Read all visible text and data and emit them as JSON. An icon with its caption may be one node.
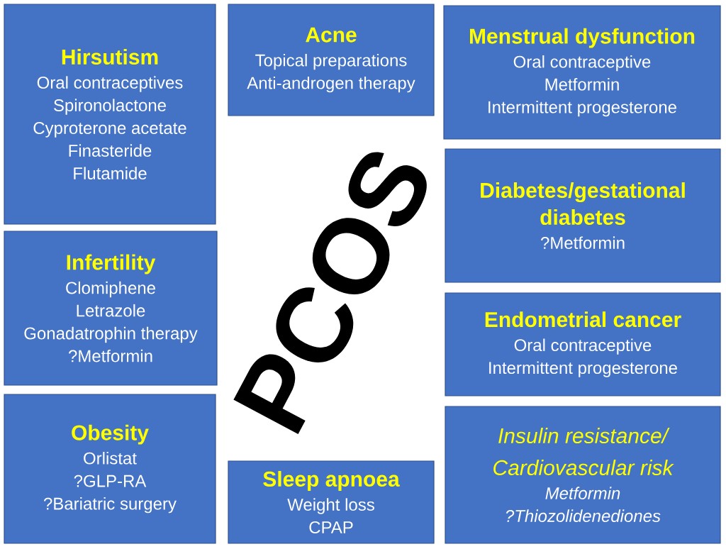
{
  "diagram": {
    "nodes": [
      {
        "text": [
          "Hirsutism",
          "Oral contraceptives",
          "Spironolactone",
          "Cyproterone acetate",
          "Finasteride",
          "Flutamide"
        ]
      },
      {
        "text": [
          "Acne",
          "Topical preparations",
          "Anti-androgen therapy"
        ]
      },
      {
        "text": [
          "Menstrual dysfunction",
          "Oral contraceptive",
          "Metformin",
          "Intermittent progesterone"
        ]
      },
      {
        "text": [
          "Diabetes/gestational diabetes",
          "?Metformin"
        ]
      },
      {
        "text": [
          "Infertility",
          "Clomiphene",
          "Letrazole",
          "Gonadatrophin therapy",
          "?Metformin"
        ]
      },
      {
        "text": [
          "Endometrial cancer",
          "Oral contraceptive",
          "Intermittent progesterone"
        ]
      },
      {
        "text": [
          "Obesity",
          "Orlistat",
          "?GLP-RA",
          "?Bariatric surgery"
        ]
      },
      {
        "text": [
          "Sleep apnoea",
          "Weight loss",
          "CPAP"
        ]
      },
      {
        "text": [
          "Insulin resistance/ Cardiovascular risk",
          "Metformin",
          "?Thiozolidenediones"
        ]
      }
    ],
    "labels": [
      "PCOS"
    ]
  }
}
